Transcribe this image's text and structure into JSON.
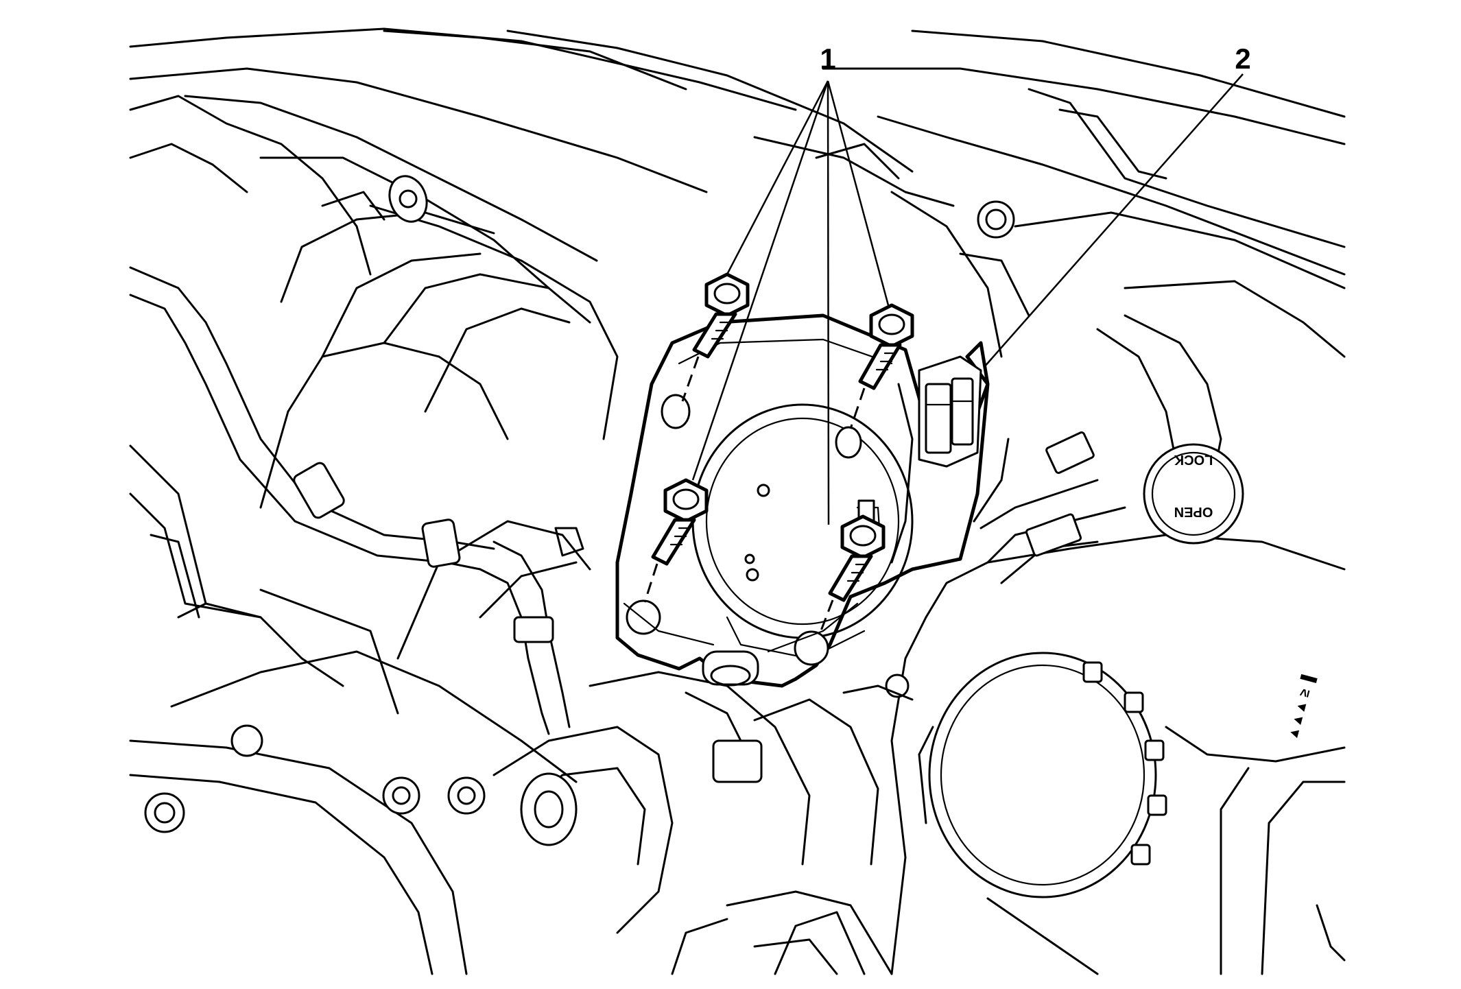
{
  "callouts": [
    {
      "label": "1",
      "part": "bolts"
    },
    {
      "label": "2",
      "part": "throttle-body"
    }
  ],
  "reservoir_cap_text": {
    "top": "LOCK",
    "bottom": "OPEN"
  },
  "colors": {
    "line": "#000000",
    "background": "#ffffff"
  }
}
